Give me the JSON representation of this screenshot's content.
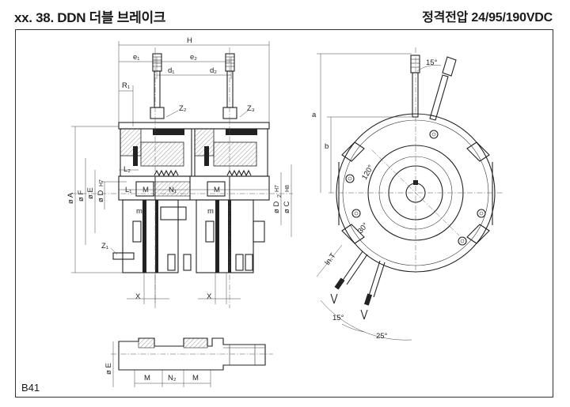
{
  "header": {
    "title": "xx. 38. DDN 더블 브레이크",
    "voltage": "정격전압 24/95/190VDC"
  },
  "page_code": "B41",
  "labels": {
    "H": "H",
    "e1": "e₁",
    "e2": "e₂",
    "d1": "d₁",
    "d2": "d₂",
    "R1": "R₁",
    "Z2": "Z₂",
    "Z3": "Z₃",
    "Z1": "Z₁",
    "L1": "L₁",
    "L2": "L₂",
    "M": "M",
    "N1": "N₁",
    "N2": "N₂",
    "X": "X",
    "m": "m",
    "phiA": "ø A",
    "phiF": "ø F",
    "phiE": "ø E",
    "phiD": "ø D",
    "H7": "H7",
    "phiD2": "ø D",
    "sub2": "2",
    "phiC": "ø C",
    "H8": "H8",
    "a": "a",
    "b": "b",
    "ang15top": "15°",
    "ang120": "120°",
    "ang30": "30°",
    "lnT": "ln.T",
    "ang15bot": "15°",
    "ang25": "25°"
  }
}
